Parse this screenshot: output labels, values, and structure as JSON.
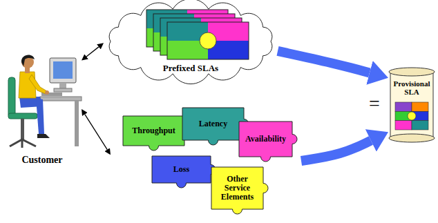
{
  "diagram": {
    "nodes": [
      {
        "text": [
          "Customer"
        ]
      },
      {
        "text": [
          "Prefixed SLAs"
        ]
      },
      {
        "text": []
      },
      {
        "text": [
          "Throughput"
        ],
        "in": 2
      },
      {
        "text": [
          "Latency"
        ],
        "in": 2
      },
      {
        "text": [
          "Availability"
        ],
        "in": 2
      },
      {
        "text": [
          "Loss"
        ],
        "in": 2
      },
      {
        "text": [
          "Other Service Elements"
        ],
        "in": 2
      },
      {
        "text": [
          "Provisional SLA"
        ]
      }
    ],
    "edges": [
      {
        "from": 0,
        "to": 1,
        "arrow": "both"
      },
      {
        "from": 0,
        "to": 2,
        "arrow": "both"
      },
      {
        "from": 1,
        "to": 8,
        "arrow": "to"
      },
      {
        "from": 2,
        "to": 8,
        "arrow": "to"
      }
    ],
    "labels": [
      "="
    ]
  }
}
